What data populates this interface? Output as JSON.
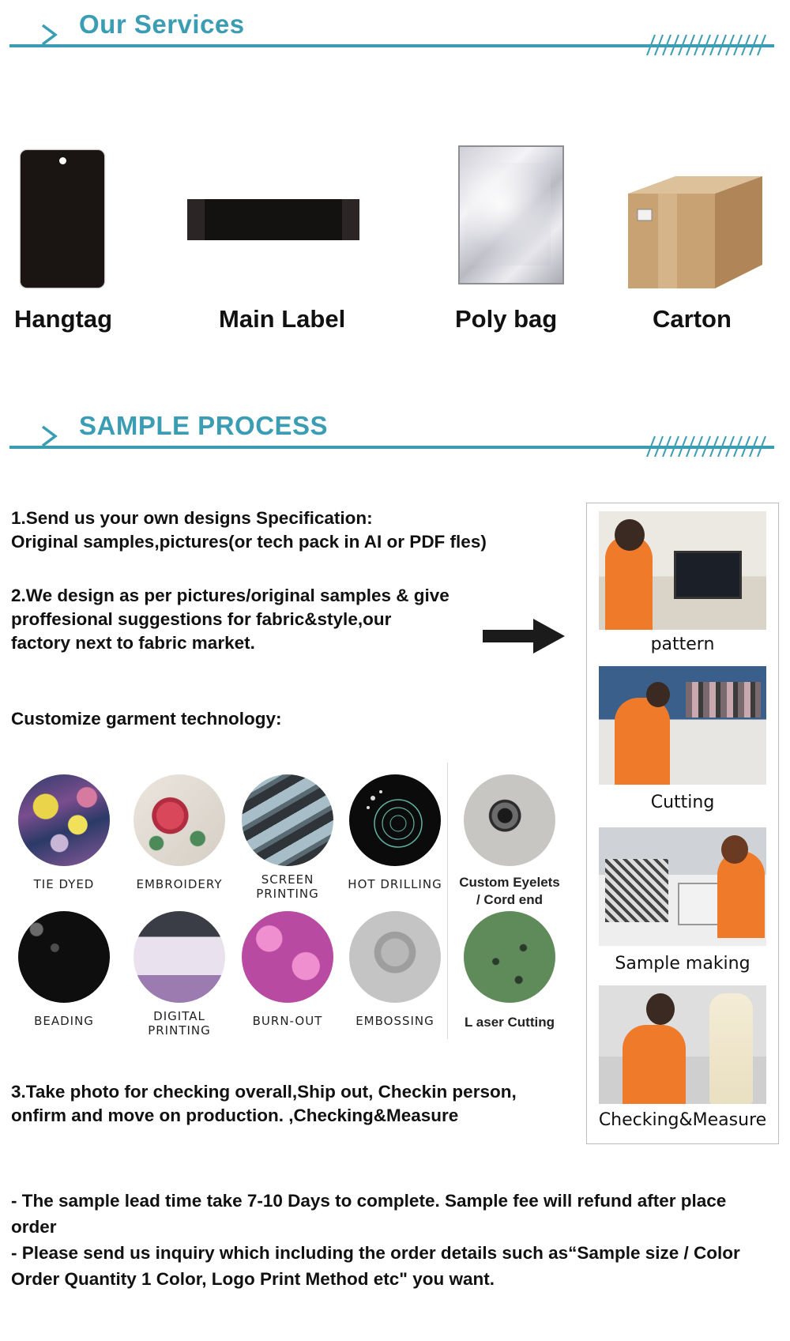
{
  "services_header": {
    "title": "Our Services"
  },
  "services": [
    {
      "label": "Hangtag",
      "icon": "hangtag-icon"
    },
    {
      "label": "Main Label",
      "icon": "main-label-icon"
    },
    {
      "label": "Poly bag",
      "icon": "poly-bag-icon"
    },
    {
      "label": "Carton",
      "icon": "carton-box-icon"
    }
  ],
  "process_header": {
    "title": "SAMPLE PROCESS"
  },
  "steps": {
    "step1": [
      "1.Send us your own designs Specification:",
      "Original samples,pictures(or tech pack in AI or PDF fles)"
    ],
    "step2": [
      "2.We design as per pictures/original samples & give",
      "proffesional suggestions for fabric&style,our",
      "factory next to fabric market."
    ],
    "customize_title": "Customize garment technology:",
    "step3": [
      "3.Take photo for checking overall,Ship out, Checkin person,",
      "onfirm and move on production. ,Checking&Measure"
    ]
  },
  "technologies": [
    {
      "lines": [
        "TIE DYED"
      ]
    },
    {
      "lines": [
        "EMBROIDERY"
      ]
    },
    {
      "lines": [
        "SCREEN",
        "PRINTING"
      ]
    },
    {
      "lines": [
        "HOT DRILLING"
      ]
    },
    {
      "lines": [
        "Custom Eyelets",
        "/ Cord end"
      ]
    },
    {
      "lines": [
        "BEADING"
      ]
    },
    {
      "lines": [
        "DIGITAL",
        "PRINTING"
      ]
    },
    {
      "lines": [
        "BURN-OUT"
      ]
    },
    {
      "lines": [
        "EMBOSSING"
      ]
    },
    {
      "lines": [
        "L aser Cutting"
      ]
    }
  ],
  "photo_captions": [
    "pattern",
    "Cutting",
    "Sample making",
    "Checking&Measure"
  ],
  "notes": [
    "- The sample lead time take 7-10 Days to complete. Sample fee will refund after place",
    "order",
    "- Please send us inquiry which including the order details such as“Sample size / Color",
    "Order Quantity 1 Color, Logo Print Method etc\" you want."
  ],
  "colors": {
    "accent": "#3a9db3",
    "text": "#111111"
  }
}
